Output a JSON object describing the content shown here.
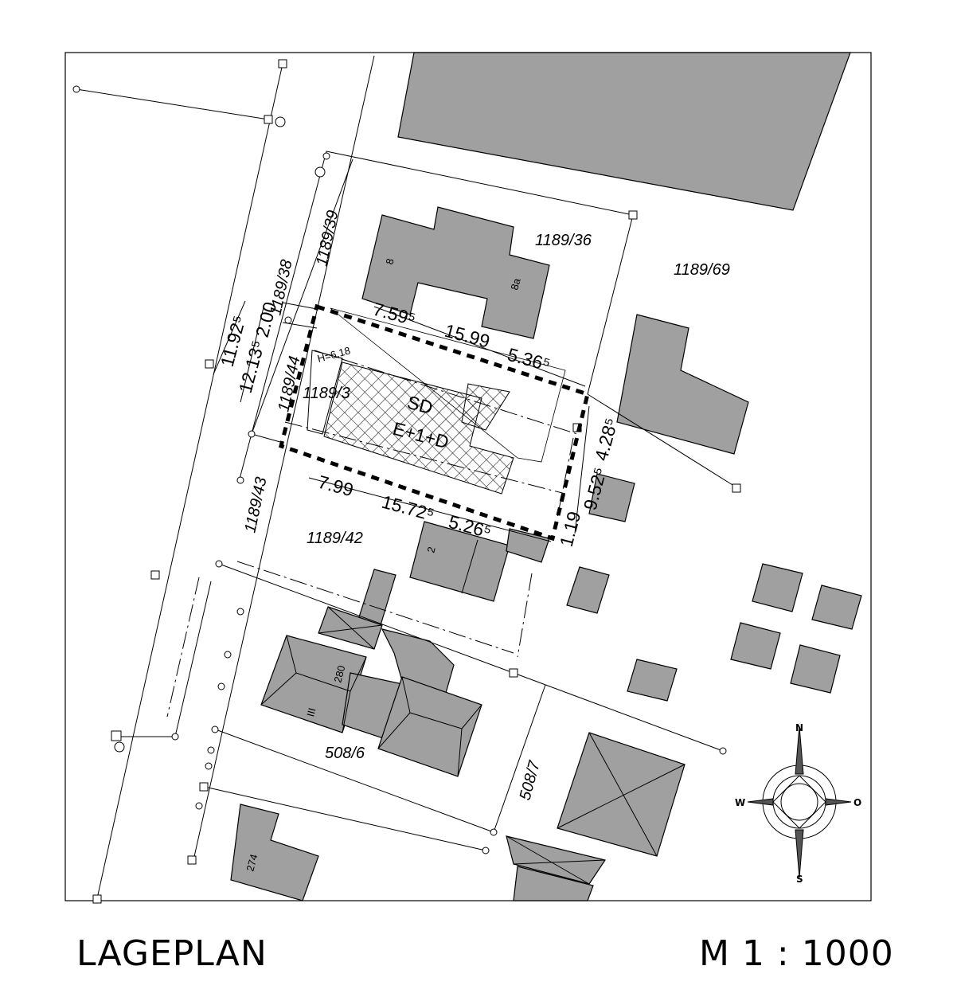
{
  "title": "LAGEPLAN",
  "scale": "M 1 : 1000",
  "parcels": [
    "1189/36",
    "1189/69",
    "1189/39",
    "1189/38",
    "1189/44",
    "1189/43",
    "1189/42",
    "508/6",
    "508/7",
    "1189/3"
  ],
  "house_numbers": [
    "8",
    "8a",
    "2",
    "280",
    "III",
    "274"
  ],
  "building": {
    "roof": "SD",
    "floors": "E+1+D",
    "height": "H=6,18"
  },
  "dimensions": {
    "d1": "11.92⁵",
    "d2": "12.13⁵",
    "d3": "2.00",
    "d4": "7.59⁵",
    "d5": "15.99",
    "d6": "5.36⁵",
    "d7": "4.28⁵",
    "d8": "9.52⁵",
    "d9": "1.19",
    "d10": "7.99",
    "d11": "15.72⁵",
    "d12": "5.26⁵"
  },
  "compass": {
    "n": "N",
    "s": "S",
    "w": "W",
    "o": "O"
  },
  "colors": {
    "building_fill": "#a0a0a0",
    "line": "#000000"
  }
}
